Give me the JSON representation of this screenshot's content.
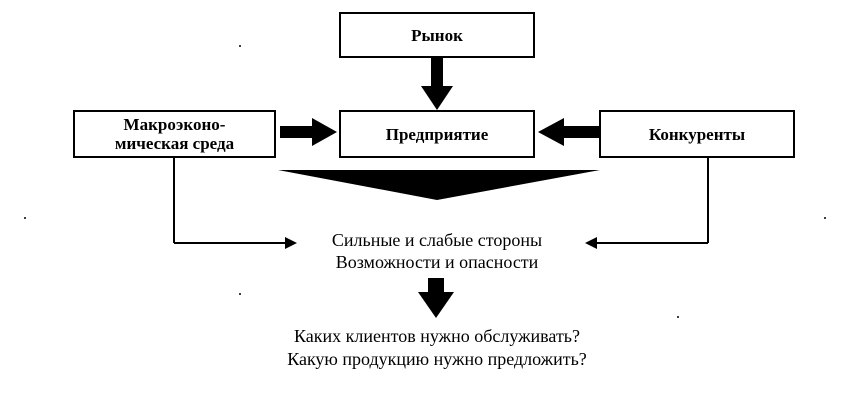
{
  "boxes": {
    "market": "Рынок",
    "enterprise": "Предприятие",
    "macro_env": "Макроэконо-\nмическая среда",
    "competitors": "Конкуренты"
  },
  "analysis": {
    "line1": "Сильные и слабые стороны",
    "line2": "Возможности и опасности"
  },
  "questions": {
    "line1": "Каких клиентов нужно обслуживать?",
    "line2": "Какую продукцию нужно предложить?"
  },
  "colors": {
    "ink": "#000000",
    "background": "#ffffff"
  }
}
